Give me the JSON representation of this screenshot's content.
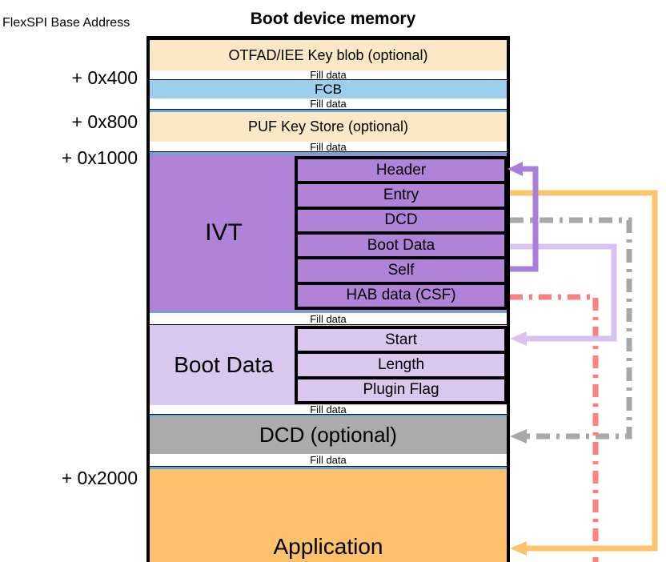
{
  "title": "Boot device memory",
  "base_address_label": "FlexSPI Base Address",
  "addresses": [
    "+ 0x400",
    "+ 0x800",
    "+ 0x1000",
    "+ 0x2000"
  ],
  "memory": {
    "fill_label": "Fill data",
    "otfad_label": "OTFAD/IEE Key blob (optional)",
    "fcb_label": "FCB",
    "puf_label": "PUF Key Store (optional)",
    "ivt": {
      "label": "IVT",
      "rows": [
        "Header",
        "Entry",
        "DCD",
        "Boot Data",
        "Self",
        "HAB data (CSF)"
      ]
    },
    "boot_data": {
      "label": "Boot Data",
      "rows": [
        "Start",
        "Length",
        "Plugin Flag"
      ]
    },
    "dcd_label": "DCD (optional)",
    "application_label": "Application"
  },
  "arrows": [
    {
      "from": "Self",
      "to": "Header",
      "color": "#AC7EDB",
      "style": "solid"
    },
    {
      "from": "Entry",
      "to": "Application",
      "color": "#FBC46D",
      "style": "solid"
    },
    {
      "from": "DCD",
      "to": "DCD (optional)",
      "color": "#A8A8A8",
      "style": "dash-dot"
    },
    {
      "from": "Boot Data",
      "to": "Start",
      "color": "#D9C2F0",
      "style": "solid"
    },
    {
      "from": "HAB data (CSF)",
      "to": null,
      "color": "#F9807F",
      "style": "dash-dot"
    }
  ],
  "colors": {
    "block_cream": "#FCE8C5",
    "block_fcb_blue": "#9DCEED",
    "block_ivt_purple": "#B083D9",
    "block_bootdata_lavender": "#DAC7EE",
    "block_dcd_gray": "#ABABAB",
    "block_application_orange": "#FBC26B",
    "boundary_blue_line": "#5FA8DC",
    "border_black": "#000000"
  }
}
